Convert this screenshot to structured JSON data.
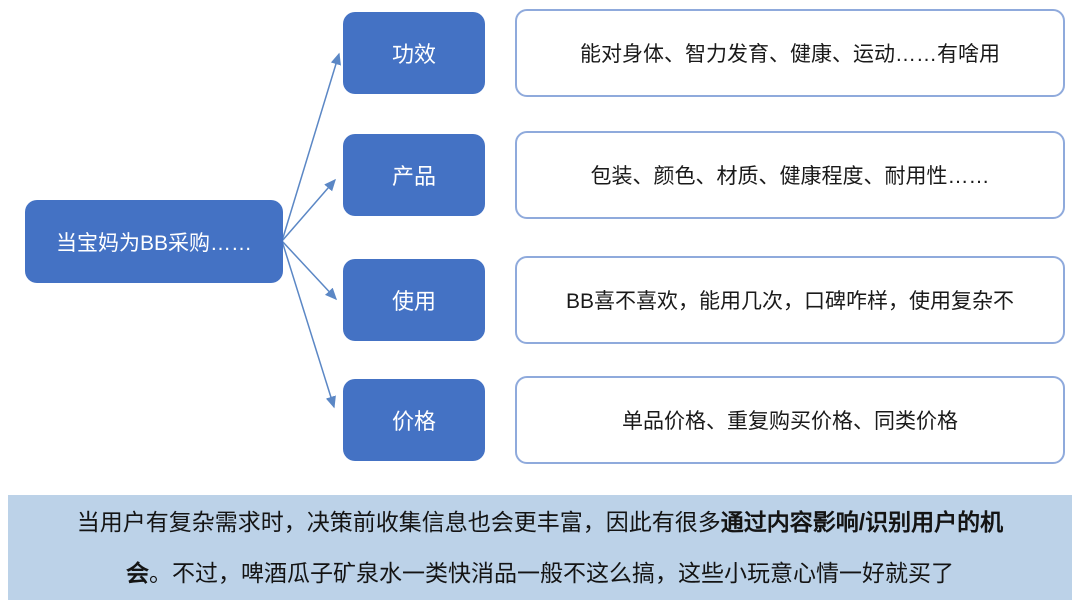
{
  "diagram": {
    "root": {
      "label": "当宝妈为BB采购……"
    },
    "branches": [
      {
        "label": "功效",
        "description": "能对身体、智力发育、健康、运动……有啥用"
      },
      {
        "label": "产品",
        "description": "包装、颜色、材质、健康程度、耐用性……"
      },
      {
        "label": "使用",
        "description": "BB喜不喜欢，能用几次，口碑咋样，使用复杂不"
      },
      {
        "label": "价格",
        "description": "单品价格、重复购买价格、同类价格"
      }
    ]
  },
  "footer": {
    "line1": {
      "normal": "当用户有复杂需求时，决策前收集信息也会更丰富，因此有很多",
      "bold": "通过内容影响/识别用户的机"
    },
    "line2": {
      "bold": "会",
      "normal": "。不过，啤酒瓜子矿泉水一类快消品一般不这么搞，这些小玩意心情一好就买了"
    }
  },
  "colors": {
    "node_fill": "#4472C4",
    "node_text": "#FFFFFF",
    "desc_border": "#8FAADC",
    "connector": "#5B87C5",
    "footer_bg": "#BCD2E8",
    "body_text": "#1A1A1A"
  }
}
